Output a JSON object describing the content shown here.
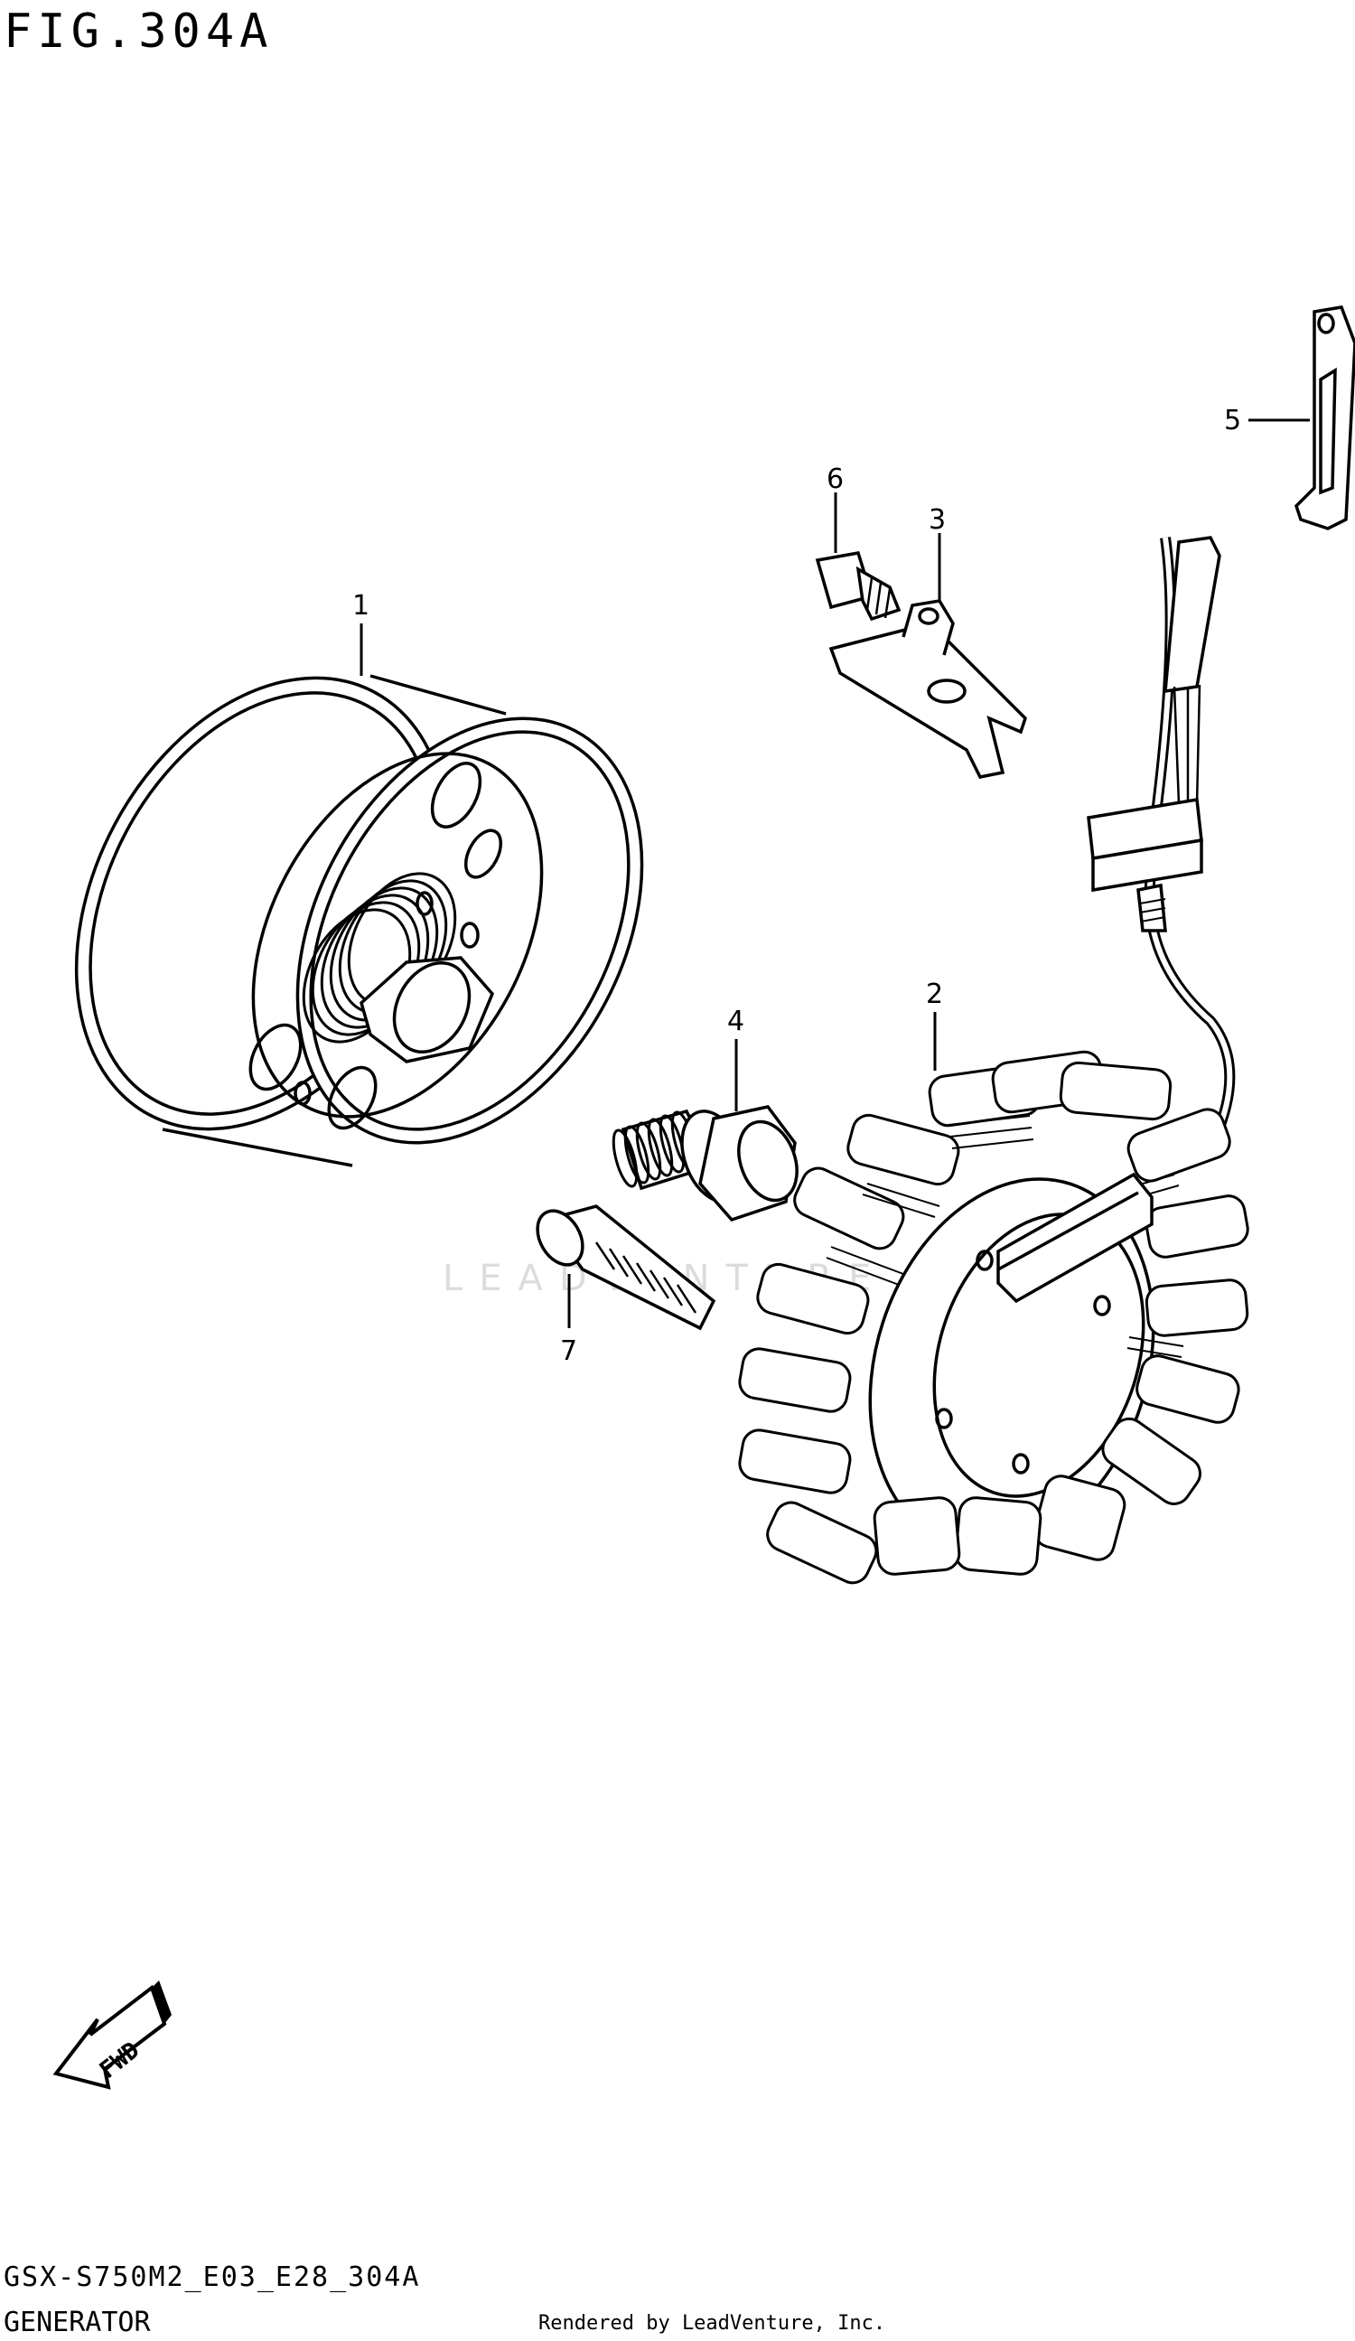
{
  "figure_title": "FIG.304A",
  "callouts": {
    "c1": "1",
    "c2": "2",
    "c3": "3",
    "c4": "4",
    "c5": "5",
    "c6": "6",
    "c7": "7"
  },
  "fwd_label": "FWD",
  "model_code": "GSX-S750M2_E03_E28_304A",
  "section_name": "GENERATOR",
  "render_credit": "Rendered by LeadVenture, Inc.",
  "watermark": "LEADVENTURE"
}
